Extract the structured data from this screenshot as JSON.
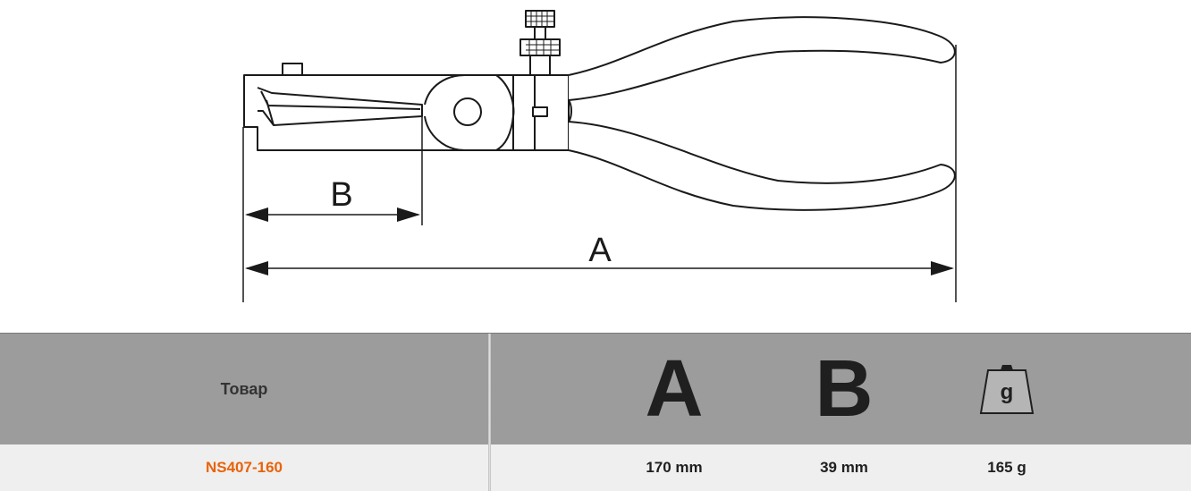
{
  "drawing": {
    "dimension_labels": {
      "a": "A",
      "b": "B"
    }
  },
  "table": {
    "header": {
      "product_label": "Товар",
      "col_a": "A",
      "col_b": "B",
      "weight_icon": "weight-icon",
      "weight_symbol": "g"
    },
    "rows": [
      {
        "product_code": "NS407-160",
        "a": "170 mm",
        "b": "39 mm",
        "weight": "165 g"
      }
    ],
    "colors": {
      "header_bg": "#9c9c9c",
      "row_bg": "#efefef",
      "product_code": "#e8630a",
      "text": "#1f1f1f"
    }
  }
}
